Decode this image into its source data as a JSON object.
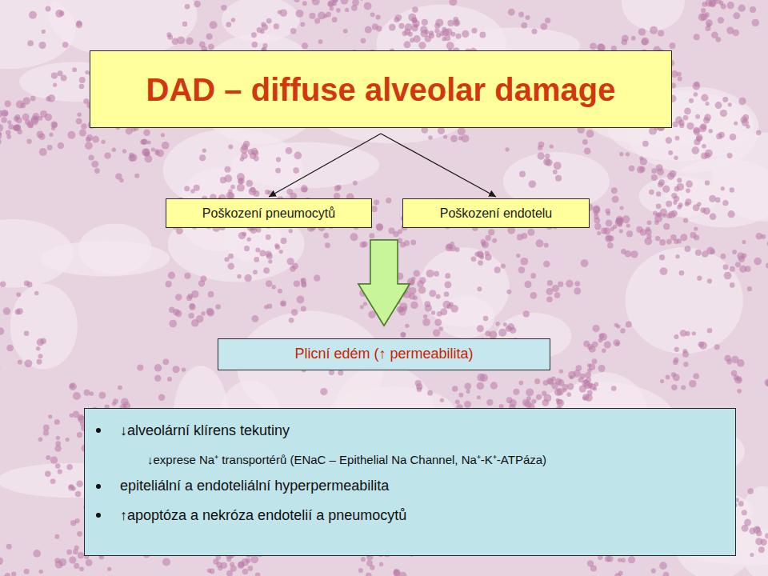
{
  "diagram": {
    "nodes": [
      {
        "text": [
          "DAD – diffuse alveolar damage"
        ]
      },
      {
        "text": [
          "Poškození pneumocytů"
        ]
      },
      {
        "text": [
          "Poškození endotelu"
        ]
      },
      {
        "text": [
          "Plicní edém (↑ permeabilita)"
        ]
      },
      {
        "text": [
          "↓alveolární klírens tekutiny",
          "↓exprese Na⁺ transportérů (ENaC – Epithelial Na Channel, Na⁺-K⁺-ATPáza)",
          "epiteliální a endoteliální hyperpermeabilita",
          "↑apoptóza a nekróza endotelií a pneumocytů"
        ]
      }
    ],
    "edges": [
      {
        "from": 0,
        "to": 1,
        "arrow": "to"
      },
      {
        "from": 0,
        "to": 2,
        "arrow": "to"
      },
      {
        "from": 1,
        "to": 3,
        "arrow": "to"
      },
      {
        "from": 2,
        "to": 3,
        "arrow": "to"
      }
    ]
  }
}
